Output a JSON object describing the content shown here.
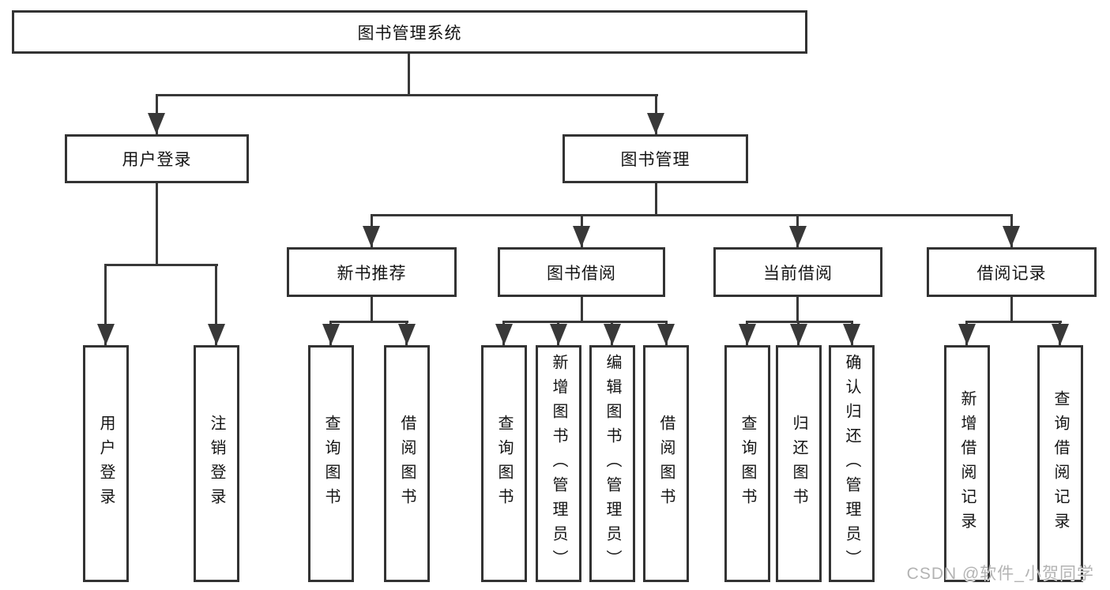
{
  "diagram_title": "图书管理系统",
  "nodes": {
    "root": "图书管理系统",
    "user_login": "用户登录",
    "book_management": "图书管理",
    "new_book_recommendation": "新书推荐",
    "book_borrowing": "图书借阅",
    "current_borrowing": "当前借阅",
    "borrowing_records": "借阅记录",
    "leaf_user_login": "用户登录",
    "leaf_logout": "注销登录",
    "leaf_query_books_recommend": "查询图书",
    "leaf_borrow_books_recommend": "借阅图书",
    "leaf_query_books_borrow": "查询图书",
    "leaf_add_books_admin": "新增图书（管理员）",
    "leaf_edit_books_admin": "编辑图书（管理员）",
    "leaf_borrow_books_borrow": "借阅图书",
    "leaf_query_books_current": "查询图书",
    "leaf_return_books": "归还图书",
    "leaf_confirm_return_admin": "确认归还（管理员）",
    "leaf_add_borrow_record": "新增借阅记录",
    "leaf_query_borrow_record": "查询借阅记录"
  },
  "structure": [
    {
      "parent": "图书管理系统",
      "children": [
        "用户登录",
        "图书管理"
      ]
    },
    {
      "parent": "用户登录",
      "children": [
        "用户登录",
        "注销登录"
      ]
    },
    {
      "parent": "图书管理",
      "children": [
        "新书推荐",
        "图书借阅",
        "当前借阅",
        "借阅记录"
      ]
    },
    {
      "parent": "新书推荐",
      "children": [
        "查询图书",
        "借阅图书"
      ]
    },
    {
      "parent": "图书借阅",
      "children": [
        "查询图书",
        "新增图书（管理员）",
        "编辑图书（管理员）",
        "借阅图书"
      ]
    },
    {
      "parent": "当前借阅",
      "children": [
        "查询图书",
        "归还图书",
        "确认归还（管理员）"
      ]
    },
    {
      "parent": "借阅记录",
      "children": [
        "新增借阅记录",
        "查询借阅记录"
      ]
    }
  ],
  "watermark": "CSDN @软件_小贺同学",
  "colors": {
    "background": "#ffffff",
    "box_border": "#333333",
    "connector_line": "#383838",
    "text": "#141414",
    "watermark_text": "#b3b3b3"
  }
}
